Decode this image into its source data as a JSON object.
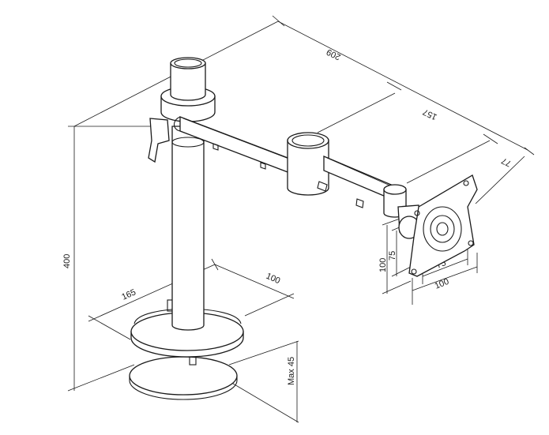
{
  "dimensions": {
    "arm_overall": "209",
    "arm_outer": "157",
    "arm_end": "77",
    "height": "400",
    "base_depth": "165",
    "base_width": "100",
    "clamp": "Max 45",
    "vesa_small_v": "75",
    "vesa_large_v": "100",
    "vesa_small_h": "75",
    "vesa_large_h": "100"
  }
}
